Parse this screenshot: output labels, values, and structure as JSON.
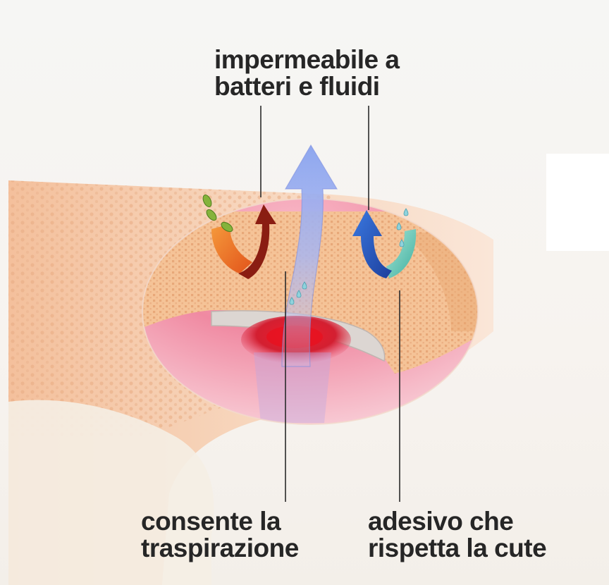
{
  "labels": {
    "top": {
      "line1": "impermeabile a",
      "line2": "batteri e fluidi"
    },
    "bottom_left": {
      "line1": "consente la",
      "line2": "traspirazione"
    },
    "bottom_right": {
      "line1": "adesivo che",
      "line2": "rispetta la cute"
    }
  },
  "colors": {
    "background": "#f7f3ef",
    "plaster": "#f4c9a3",
    "plaster_dots": "#e3a57b",
    "skin": "#ef7f98",
    "wound": "#d11f2f",
    "pad": "#d6d0cc",
    "arrow_bacteria": "#e8601c",
    "arrow_bacteria_dark": "#7a1e12",
    "arrow_vapour": "#8fa8f0",
    "arrow_fluid": "#2d63d0",
    "arrow_fluid_light": "#5ec6b7",
    "bacteria": "#84b33b",
    "droplet": "#8fd2dc",
    "text": "#262626",
    "leader_line": "#2a2a2a"
  }
}
